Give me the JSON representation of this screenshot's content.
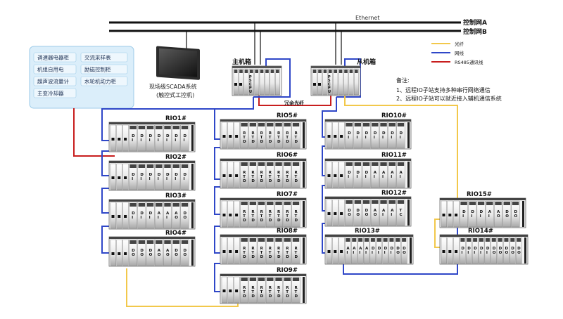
{
  "network": {
    "ethernet_label": "Ethernet",
    "net_a_label": "控制网A",
    "net_b_label": "控制网B"
  },
  "scada": {
    "line1": "现场级SCADA系统",
    "line2": "(触控式工控机)"
  },
  "devices_box": {
    "items": [
      "调速器电器柜",
      "交流采样表",
      "机组自用电",
      "励磁控制柜",
      "超声波流量计",
      "水轮机动力柜",
      "主变冷却器"
    ],
    "fill": "#dbeefa",
    "border": "#9ccbe8"
  },
  "main_chassis": {
    "label": "主机箱",
    "slot_letters": [
      "P",
      "S",
      "C",
      "P",
      "U"
    ]
  },
  "slave_chassis": {
    "label": "从机箱",
    "slot_letters": [
      "P",
      "S",
      "C",
      "P",
      "U"
    ]
  },
  "redundant_label": "冗余光纤",
  "legend": [
    {
      "label": "光纤",
      "color": "#f2c84b"
    },
    {
      "label": "网线",
      "color": "#2f47c8"
    },
    {
      "label": "RS485通讯线",
      "color": "#c81e1e"
    }
  ],
  "notes": {
    "title": "备注:",
    "items": [
      "1、远程IO子站支持多种串行网络通信",
      "2、远程IO子站可以就近接入辅机通信系统"
    ]
  },
  "rio_stations": [
    {
      "id": "rio1",
      "label": "RIO1#",
      "modules": [
        "DI",
        "DI",
        "DI",
        "DI",
        "DI",
        "DI",
        "DI"
      ]
    },
    {
      "id": "rio2",
      "label": "RIO2#",
      "modules": [
        "DI",
        "DI",
        "DI",
        "DI",
        "DI",
        "DI",
        "DI"
      ]
    },
    {
      "id": "rio3",
      "label": "RIO3#",
      "modules": [
        "DI",
        "DI",
        "DI",
        "AI",
        "AI",
        "AO",
        "DO"
      ]
    },
    {
      "id": "rio4",
      "label": "RIO4#",
      "modules": [
        "DO",
        "DO",
        "DO",
        "AO",
        "AO",
        "DO",
        "DO"
      ]
    },
    {
      "id": "rio5",
      "label": "RIO5#",
      "modules": [
        "RTD",
        "RTD",
        "RTD",
        "RTD",
        "RTD",
        "RTD",
        "RTD"
      ]
    },
    {
      "id": "rio6",
      "label": "RIO6#",
      "modules": [
        "RTD",
        "RTD",
        "RTD",
        "RTD",
        "RTD",
        "RTD",
        "RTD"
      ]
    },
    {
      "id": "rio7",
      "label": "RIO7#",
      "modules": [
        "RTD",
        "RTD",
        "RTD",
        "RTD",
        "RTD",
        "RTD",
        "RTD"
      ]
    },
    {
      "id": "rio8",
      "label": "RIO8#",
      "modules": [
        "RTD",
        "RTD",
        "RTD",
        "RTD",
        "RTD",
        "RTD",
        "RTD"
      ]
    },
    {
      "id": "rio9",
      "label": "RIO9#",
      "modules": [
        "RTD",
        "RTD",
        "RTD",
        "RTD",
        "RTD",
        "RTD",
        "RTD"
      ]
    },
    {
      "id": "rio10",
      "label": "RIO10#",
      "modules": [
        "DI",
        "DI",
        "DI",
        "DI",
        "DI",
        "DI",
        "DI"
      ]
    },
    {
      "id": "rio11",
      "label": "RIO11#",
      "modules": [
        "DI",
        "DI",
        "DI",
        "AI",
        "AI",
        "AI",
        "AI"
      ]
    },
    {
      "id": "rio12",
      "label": "RIO12#",
      "modules": [
        "DO",
        "DO",
        "DO",
        "AO",
        "AI",
        "AI",
        "TC"
      ]
    },
    {
      "id": "rio13",
      "label": "RIO13#",
      "modules": [
        "AI",
        "AI",
        "AI",
        "AI",
        "DI",
        "DI",
        "DI",
        "DI",
        "DO",
        "DO"
      ]
    },
    {
      "id": "rio14",
      "label": "RIO14#",
      "modules": [
        "DI",
        "DI",
        "DI",
        "DI",
        "DI",
        "DO",
        "DO",
        "DO",
        "DO",
        "DO"
      ]
    },
    {
      "id": "rio15",
      "label": "RIO15#",
      "modules": [
        "DI",
        "DI",
        "DI",
        "AI",
        "AO",
        "DO",
        "DO"
      ]
    }
  ]
}
